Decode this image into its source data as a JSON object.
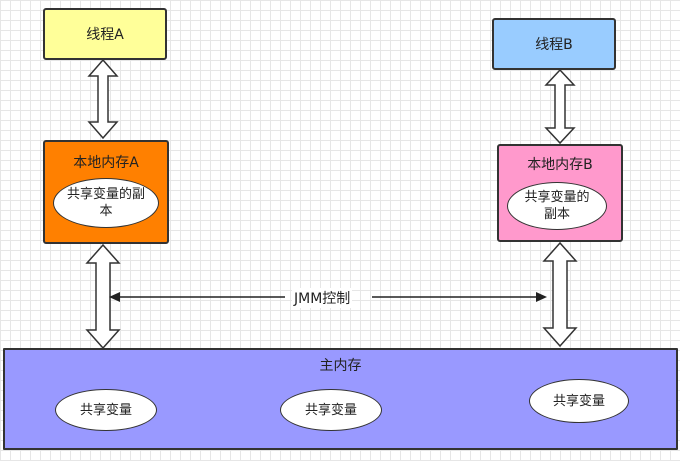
{
  "diagram": {
    "thread_a": {
      "label": "线程A",
      "color": "#FFFF99"
    },
    "thread_b": {
      "label": "线程B",
      "color": "#99CCFF"
    },
    "local_memory_a": {
      "label": "本地内存A",
      "color": "#FF8000",
      "copy_label": "共享变量的副本"
    },
    "local_memory_b": {
      "label": "本地内存B",
      "color": "#FF99CC",
      "copy_label": "共享变量的副本"
    },
    "main_memory": {
      "label": "主内存",
      "color": "#9999FF",
      "shared_vars": [
        "共享变量",
        "共享变量",
        "共享变量"
      ]
    },
    "jmm_control": {
      "label": "JMM控制"
    }
  }
}
